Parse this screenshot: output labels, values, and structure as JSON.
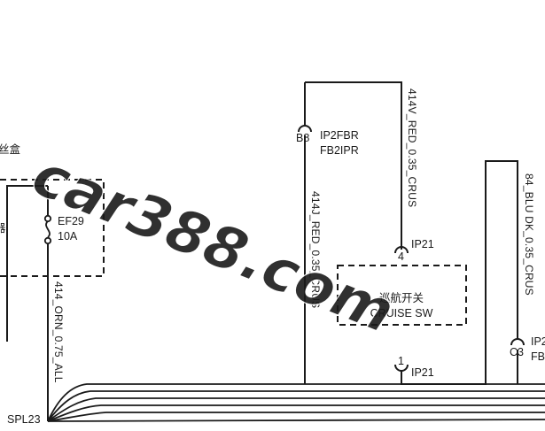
{
  "fuse_box": {
    "title_fragment": "丝盒",
    "side_fragment": "器",
    "fuse_id": "EF29",
    "fuse_rating": "10A"
  },
  "connector_b8": {
    "pin": "B8",
    "name_line1": "IP2FBR",
    "name_line2": "FB2IPR"
  },
  "connector_c3": {
    "pin": "C3",
    "name_line1_fragment": "IP2",
    "name_line2_fragment": "FB"
  },
  "cruise_switch": {
    "name_cn": "巡航开关",
    "name_en": "CRUISE SW",
    "top_pin": "4",
    "top_connector": "IP21",
    "bottom_pin": "1",
    "bottom_connector": "IP21"
  },
  "wires": {
    "w414v": "414V_RED_0.35_CRUS",
    "w414j": "414J_RED_0.35_CRUS",
    "w414": "414_ORN_0.75_ALL",
    "w84": "84_BLU DK_0.35_CRUS"
  },
  "splice": "SPL23",
  "watermark": "car388.com",
  "colors": {
    "line": "#1a1a1a",
    "watermark_top": "#f2c45a",
    "watermark_bottom": "#c96fc2"
  }
}
